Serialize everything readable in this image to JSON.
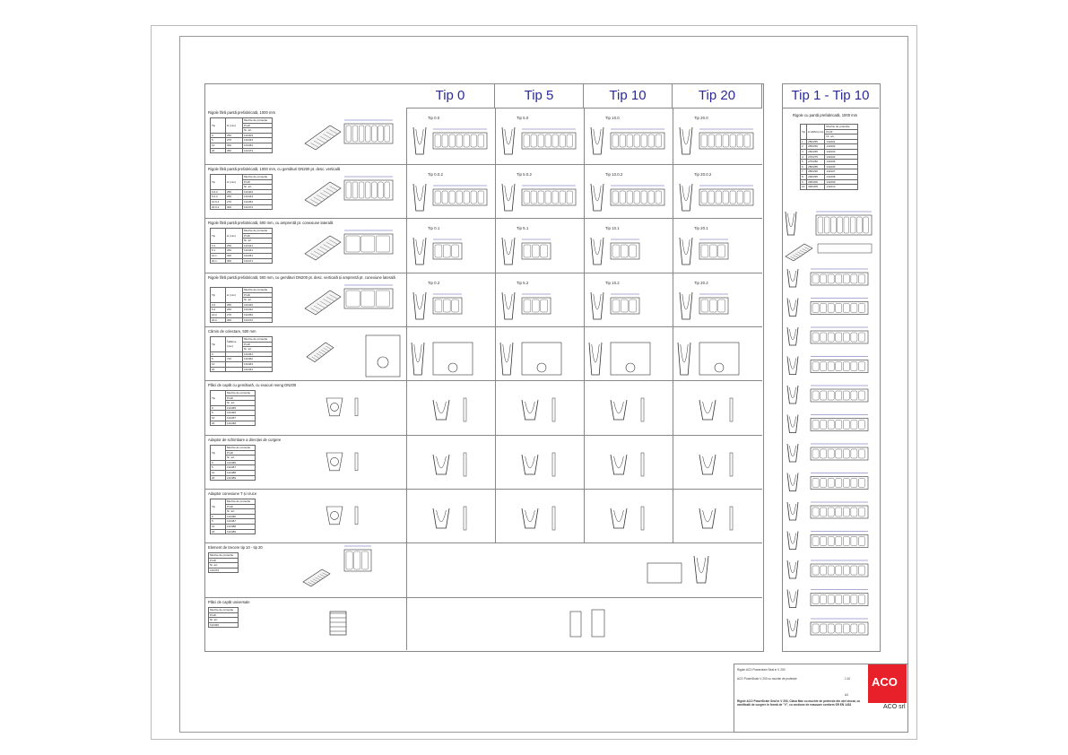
{
  "headers": [
    "Tip 0",
    "Tip 5",
    "Tip 10",
    "Tip 20"
  ],
  "side_header": "Tip 1 - Tip 10",
  "side_title": "Rigole cu pantă prefabricată, 1000 mm",
  "sections": [
    {
      "title": "Rigole fără pantă prefabricată, 1000 mm",
      "cols": [
        "Tip",
        "H (mm)",
        "Muchie de protecție",
        "Profil",
        "Nr. art."
      ],
      "rows": [
        [
          "0",
          "250",
          "132403"
        ],
        [
          "5",
          "275",
          "132443"
        ],
        [
          "10",
          "300",
          "132453"
        ],
        [
          "20",
          "350",
          "132473"
        ]
      ],
      "labels": [
        "Tip 0.0",
        "Tip 5.0",
        "Tip 10.0",
        "Tip 20.0"
      ]
    },
    {
      "title": "Rigole fără pantă prefabricată, 1000 mm, cu gemături DN200 pt. desc. verticală",
      "cols": [
        "Tip",
        "H (mm)",
        "Muchie de protecție",
        "Profil",
        "Nr. art."
      ],
      "rows": [
        [
          "0.0.2",
          "250",
          "132404"
        ],
        [
          "5.0.2",
          "250",
          "132444"
        ],
        [
          "10.0.2",
          "270",
          "132454"
        ],
        [
          "20.0.2",
          "300",
          "132474"
        ]
      ],
      "labels": [
        "Tip 0.0.2",
        "Tip 5.0.2",
        "Tip 10.0.2",
        "Tip 20.0.2"
      ]
    },
    {
      "title": "Rigole fără pantă prefabricată, 500 mm, cu amprentă pt. conexiune laterală",
      "cols": [
        "Tip",
        "H (mm)",
        "Muchie de protecție",
        "Profil",
        "Nr. art."
      ],
      "rows": [
        [
          "0.1",
          "250",
          "132421"
        ],
        [
          "5.1",
          "260",
          "132441"
        ],
        [
          "10.1",
          "300",
          "132451"
        ],
        [
          "20.1",
          "300",
          "132471"
        ]
      ],
      "labels": [
        "Tip 0.1",
        "Tip 5.1",
        "Tip 10.1",
        "Tip 20.1"
      ]
    },
    {
      "title": "Rigole fără pantă prefabricată, 500 mm, cu gemături DN200 pt. desc. verticală și amprentă pt. conexiune laterală",
      "cols": [
        "Tip",
        "H (mm)",
        "Muchie de protecție",
        "Profil",
        "Nr. art."
      ],
      "rows": [
        [
          "0.2",
          "250",
          "132422"
        ],
        [
          "5.2",
          "260",
          "132442"
        ],
        [
          "10.2",
          "270",
          "132452"
        ],
        [
          "20.2",
          "300",
          "132472"
        ]
      ],
      "labels": [
        "Tip 0.2",
        "Tip 5.2",
        "Tip 10.2",
        "Tip 20.2"
      ]
    },
    {
      "title": "Cămin de colectare, 500 mm",
      "cols": [
        "Tip",
        "Înălțime (mm)",
        "Muchie de protecție",
        "Profil",
        "Nr. art."
      ],
      "rows": [
        [
          "0",
          "",
          "132461"
        ],
        [
          "5",
          "710",
          "132462"
        ],
        [
          "10",
          "",
          "132463"
        ],
        [
          "20",
          "",
          "132464"
        ]
      ],
      "labels": [
        "",
        "",
        "",
        ""
      ]
    },
    {
      "title": "Plăci de capăt cu gemătură, cu evacuri reeng DN200",
      "cols": [
        "Tip",
        "Muchie de protecție",
        "Profil",
        "Nr. art."
      ],
      "rows": [
        [
          "0",
          "132465"
        ],
        [
          "5",
          "132466"
        ],
        [
          "10",
          "132467"
        ],
        [
          "20",
          "132468"
        ]
      ],
      "labels": [
        "",
        "",
        "",
        ""
      ]
    },
    {
      "title": "Adaptor de schimbare a direcției de curgere",
      "cols": [
        "Tip",
        "Muchie de protecție",
        "Profil",
        "Nr. art."
      ],
      "rows": [
        [
          "0",
          "132486"
        ],
        [
          "5",
          "132487"
        ],
        [
          "10",
          "132488"
        ],
        [
          "20",
          "132489"
        ]
      ],
      "labels": [
        "",
        "",
        "",
        ""
      ]
    },
    {
      "title": "Adaptor conexiune T și cruce",
      "cols": [
        "Tip",
        "Muchie de protecție",
        "Profil",
        "Nr. art."
      ],
      "rows": [
        [
          "0",
          "132490"
        ],
        [
          "5",
          "132487"
        ],
        [
          "10",
          "132488"
        ],
        [
          "20",
          "132489"
        ]
      ],
      "labels": [
        "",
        "",
        "",
        ""
      ]
    },
    {
      "title": "Element de trecere tip 10 - tip 20",
      "cols": [
        "Muchie de protecție",
        "Profil",
        "Nr. art."
      ],
      "rows": [
        [
          "132479"
        ]
      ],
      "labels": []
    },
    {
      "title": "Plăci de capăt universale",
      "cols": [
        "Muchie de protecție",
        "Profil",
        "Nr. art."
      ],
      "rows": [
        [
          "132490"
        ]
      ],
      "labels": []
    }
  ],
  "side_table": {
    "cols": [
      "Tip",
      "H ADM (mm)",
      "Muchie de protecție",
      "Profil",
      "Nr. art."
    ],
    "rows": [
      [
        "1",
        "250/255",
        "132401"
      ],
      [
        "2",
        "255/260",
        "132402"
      ],
      [
        "3",
        "260/265",
        "132403"
      ],
      [
        "4",
        "270/275",
        "132404"
      ],
      [
        "5",
        "275/280",
        "132405"
      ],
      [
        "6",
        "280/285",
        "132406"
      ],
      [
        "7",
        "285/290",
        "132407"
      ],
      [
        "8",
        "290/295",
        "132408"
      ],
      [
        "9",
        "295/300",
        "132409"
      ],
      [
        "10",
        "300/305",
        "132410"
      ]
    ]
  },
  "title_block": {
    "line1": "Rigole ACO Powerdrain Seal in V 200",
    "line2": "ACO PowerDrain V 200 cu muchie de protecție",
    "line3": "Rigole ACO PowerDrain Seal in V 200, Clasa Max cu muchie de protecție din oțel zincat, cu ramificatii de curgere în formă de \"V\", cu secțiune de evacuare conform SR EN 1433",
    "company": "ACO srl",
    "brand": "ACO",
    "scale": "1:10",
    "sheet": "A3"
  },
  "colors": {
    "accent": "#2a2a9a",
    "brand": "#e8202a"
  }
}
